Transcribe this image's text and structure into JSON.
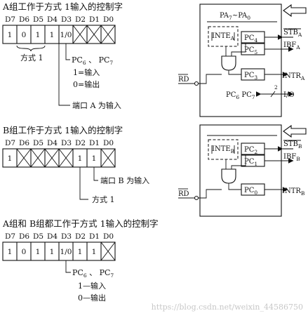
{
  "groupA": {
    "title": "A组工作于方式 1输入的控制字",
    "bits": [
      "D7",
      "D6",
      "D5",
      "D4",
      "D3",
      "D2",
      "D1",
      "D0"
    ],
    "cells": [
      "1",
      "0",
      "1",
      "1",
      "1/0",
      "",
      "",
      ""
    ],
    "mode_label": "方式 1",
    "pc_line": "PC6 、 PC7",
    "one_label": "1=输入",
    "zero_label": "0=输出",
    "port_label": "端口 A 为输入"
  },
  "groupB": {
    "title": "B组工作于方式 1输入的控制字",
    "bits": [
      "D7",
      "D6",
      "D5",
      "D4",
      "D3",
      "D2",
      "D1",
      "D0"
    ],
    "cells": [
      "1",
      "",
      "",
      "",
      "",
      "1",
      "1",
      ""
    ],
    "port_label": "端口 B 为输入",
    "mode_label": "方式 1"
  },
  "groupAB": {
    "title": "A组和 B组都工作于方式 1输入的控制字",
    "bits": [
      "D7",
      "D6",
      "D5",
      "D4",
      "D3",
      "D2",
      "D1",
      "D0"
    ],
    "cells": [
      "1",
      "0",
      "1",
      "1",
      "1/0",
      "1",
      "1",
      ""
    ],
    "pc_line": "PC6 、 PC7",
    "one_label": "1—输入",
    "zero_label": "0—输出"
  },
  "blockA": {
    "port": "PA7~PA0",
    "inte": "INTEA",
    "pc_top": "PC4",
    "pc_mid": "PC5",
    "pc_int": "PC3",
    "stb": "STBA",
    "ibf": "IBFA",
    "intr": "INTRA",
    "rd": "RD",
    "pc67": "PC6 PC7",
    "io": "I/O",
    "count": "2"
  },
  "blockB": {
    "inte": "INTEB",
    "pc_top": "PC2",
    "pc_mid": "PC1",
    "pc_int": "PC0",
    "stb": "STBB",
    "ibf": "IBFB",
    "intr": "INTRB",
    "rd": "RD"
  },
  "watermark": "https://blog.csdn.net/weixin_44586750"
}
